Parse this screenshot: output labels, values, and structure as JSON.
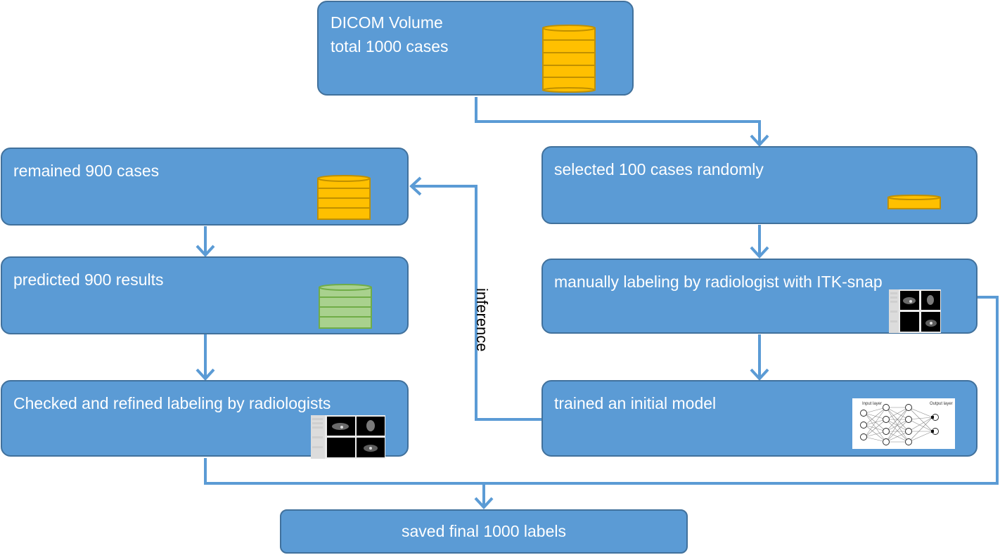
{
  "diagram": {
    "nodes": {
      "dicom": {
        "line1": "DICOM Volume",
        "line2": "total 1000 cases"
      },
      "remained": {
        "label": "remained 900 cases"
      },
      "selected": {
        "label": "selected 100 cases randomly"
      },
      "predicted": {
        "label": "predicted 900 results"
      },
      "manual": {
        "label": "manually labeling by radiologist with ITK-snap"
      },
      "checked": {
        "label": "Checked and refined labeling by radiologists"
      },
      "trained": {
        "label": "trained an initial model"
      },
      "saved": {
        "label": "saved final 1000 labels"
      }
    },
    "edges": {
      "inference_label": "inference"
    },
    "icons": {
      "database": "database-icon",
      "results": "results-database-icon",
      "screenshot": "itk-snap-screenshot-icon",
      "network": "neural-network-icon",
      "nn_input_layer": "Input layer",
      "nn_output_layer": "Output layer"
    },
    "colors": {
      "box_fill": "#5b9bd5",
      "box_border": "#41719c",
      "arrow": "#5b9bd5",
      "db_gold": "#ffc000",
      "db_green": "#a9d18e"
    }
  }
}
